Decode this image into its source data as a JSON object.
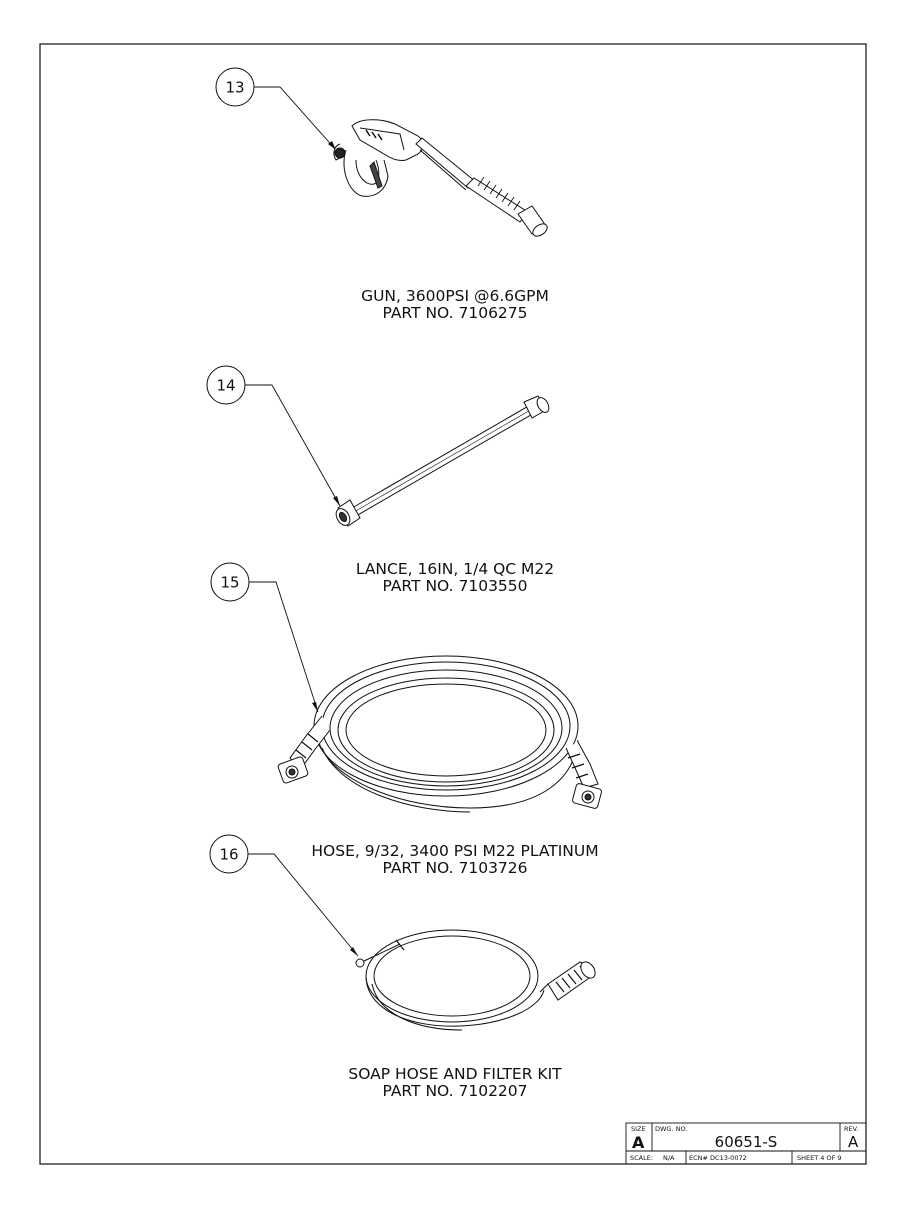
{
  "items": [
    {
      "balloon": "13",
      "description": "GUN, 3600PSI @6.6GPM",
      "part": "PART NO. 7106275"
    },
    {
      "balloon": "14",
      "description": "LANCE, 16IN, 1/4 QC M22",
      "part": "PART NO. 7103550"
    },
    {
      "balloon": "15",
      "description": "HOSE, 9/32, 3400 PSI M22 PLATINUM",
      "part": "PART NO. 7103726"
    },
    {
      "balloon": "16",
      "description": "SOAP HOSE AND FILTER KIT",
      "part": "PART NO. 7102207"
    }
  ],
  "title_block": {
    "size_label": "SIZE",
    "size": "A",
    "dwg_label": "DWG. NO.",
    "dwg_no": "60651-S",
    "rev_label": "REV.",
    "rev": "A",
    "scale_label": "SCALE:",
    "scale": "N/A",
    "ecn": "ECN# DC13-0072",
    "sheet": "SHEET 4 OF 9"
  }
}
